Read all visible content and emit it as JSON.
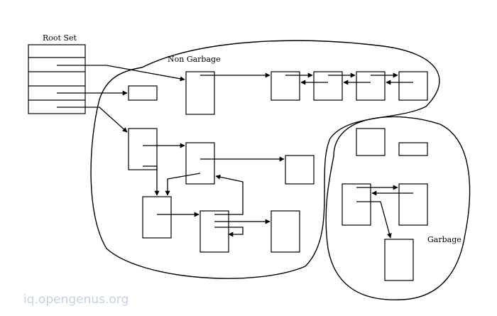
{
  "labels": {
    "root_set": "Root Set",
    "non_garbage": "Non Garbage",
    "garbage": "Garbage"
  },
  "watermark": "iq.opengenus.org",
  "colors": {
    "stroke": "#000000",
    "background": "#ffffff",
    "watermark": "#c5d3e8"
  }
}
